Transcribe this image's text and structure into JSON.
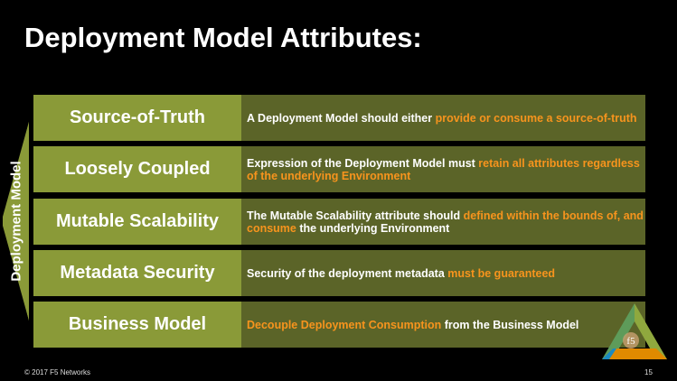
{
  "title": "Deployment Model Attributes:",
  "side_label": "Deployment Model",
  "rows": [
    {
      "name": "Source-of-Truth",
      "d1": "A Deployment Model should either ",
      "d2": "provide or consume a source-of-truth",
      "d3": ""
    },
    {
      "name": "Loosely Coupled",
      "d1": "Expression of the Deployment Model must ",
      "d2": "retain all attributes regardless of the underlying Environment",
      "d3": ""
    },
    {
      "name": "Mutable Scalability",
      "d1": "The Mutable Scalability attribute should ",
      "d2": "defined within the bounds of, and consume",
      "d3": " the underlying Environment"
    },
    {
      "name": "Metadata Security",
      "d1": "Security of the deployment metadata ",
      "d2": "must be guaranteed",
      "d3": ""
    },
    {
      "name": "Business Model",
      "d1": "",
      "d2": "Decouple Deployment Consumption",
      "d3": " from the Business Model"
    }
  ],
  "logo_text": "f5",
  "footer": "© 2017 F5 Networks",
  "page_number": "15",
  "colors": {
    "left": "#8a9a38",
    "right": "#5b6428",
    "accent": "#f7941d"
  }
}
